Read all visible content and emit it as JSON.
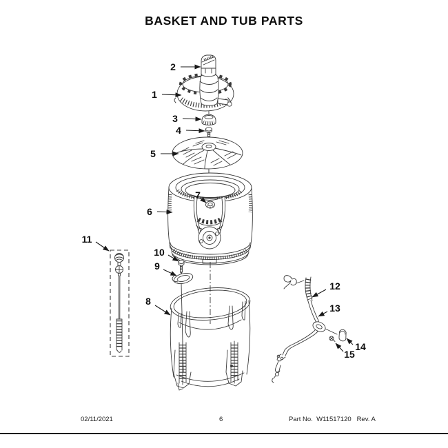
{
  "page": {
    "title": "BASKET AND TUB PARTS",
    "footer": {
      "date": "02/11/2021",
      "page_number": "6",
      "part_info": "Part No.  W11517120   Rev. A"
    }
  },
  "diagram": {
    "callouts": [
      {
        "num": "1"
      },
      {
        "num": "2"
      },
      {
        "num": "3"
      },
      {
        "num": "4"
      },
      {
        "num": "5"
      },
      {
        "num": "6"
      },
      {
        "num": "7"
      },
      {
        "num": "8"
      },
      {
        "num": "9"
      },
      {
        "num": "10"
      },
      {
        "num": "11"
      },
      {
        "num": "12"
      },
      {
        "num": "13"
      },
      {
        "num": "14"
      },
      {
        "num": "15"
      }
    ]
  },
  "colors": {
    "background": "#ffffff",
    "line": "#3a3a3a",
    "text": "#0d0d0d"
  }
}
